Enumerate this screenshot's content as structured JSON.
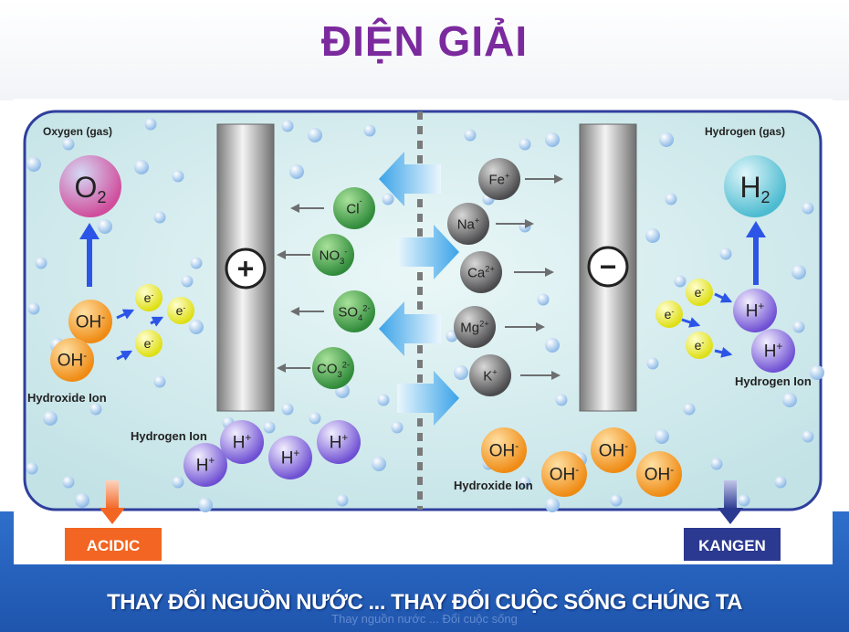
{
  "title": "ĐIỆN GIẢI",
  "diagram": {
    "left_gas_label": "Oxygen (gas)",
    "right_gas_label": "Hydrogen (gas)",
    "o2": {
      "main": "O",
      "sub": "2"
    },
    "h2": {
      "main": "H",
      "sub": "2"
    },
    "anode_sign": "+",
    "cathode_sign": "−",
    "electron": {
      "main": "e",
      "sup": "-"
    },
    "oh_ion": {
      "main": "OH",
      "sup": "-"
    },
    "h_ion": {
      "main": "H",
      "sup": "+"
    },
    "left_hydroxide_label": "Hydroxide Ion",
    "left_hydrogen_label": "Hydrogen Ion",
    "right_hydrogen_label": "Hydrogen Ion",
    "right_hydroxide_label": "Hydroxide Ion",
    "anions": [
      {
        "main": "Cl",
        "sub": "",
        "sup": "-"
      },
      {
        "main": "NO",
        "sub": "3",
        "sup": "-"
      },
      {
        "main": "SO",
        "sub": "4",
        "sup": "2-"
      },
      {
        "main": "CO",
        "sub": "3",
        "sup": "2-"
      }
    ],
    "cations": [
      {
        "main": "Fe",
        "sup": "+"
      },
      {
        "main": "Na",
        "sup": "+"
      },
      {
        "main": "Ca",
        "sup": "2+"
      },
      {
        "main": "Mg",
        "sup": "2+"
      },
      {
        "main": "K",
        "sup": "+"
      }
    ],
    "acidic_label": "ACIDIC",
    "kangen_label": "KANGEN",
    "colors": {
      "acidic": "#f26522",
      "kangen": "#2b3990",
      "water": "#d3edef",
      "frame": "#2f3f9c",
      "anion": "#49a647",
      "cation": "#6d6e70",
      "hydroxide": "#f7941d",
      "hydrogen": "#7f5fd6",
      "electron": "#e6e61a",
      "oxygen": "#d05ea0",
      "hydrogen_gas": "#5fc3d3"
    }
  },
  "slogan": "THAY ĐỔI NGUỒN NƯỚC ... THAY ĐỔI CUỘC SỐNG CHÚNG TA",
  "caption": "Thay nguồn nước ... Đổi cuộc sống"
}
